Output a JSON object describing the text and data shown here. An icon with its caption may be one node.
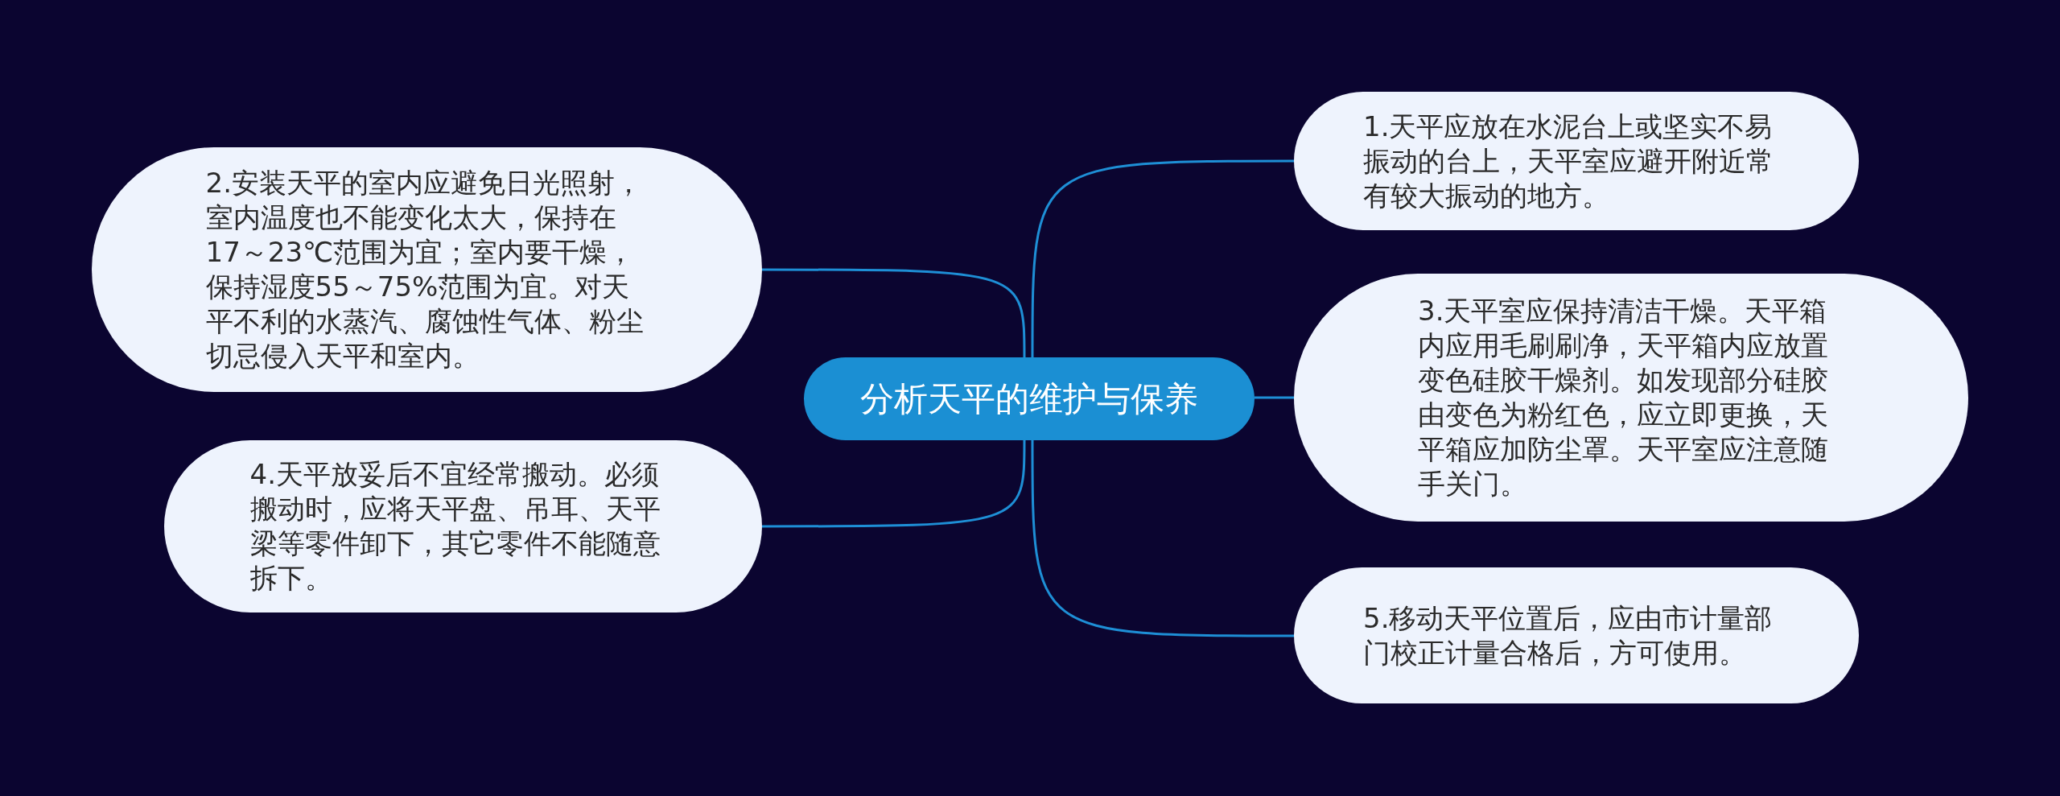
{
  "diagram": {
    "nodes": [
      {
        "text": [
          "分析天平的维护与保养"
        ]
      },
      {
        "text": [
          "1.天平应放在水泥台上或坚实不易振动的台上，天平室应避开附近常有较大振动的地方。"
        ]
      },
      {
        "text": [
          "2.安装天平的室内应避免日光照射，室内温度也不能变化太大，保持在17～23℃范围为宜；室内要干燥，保持湿度55～75%范围为宜。对天平不利的水蒸汽、腐蚀性气体、粉尘切忌侵入天平和室内。"
        ]
      },
      {
        "text": [
          "3.天平室应保持清洁干燥。天平箱内应用毛刷刷净，天平箱内应放置变色硅胶干燥剂。如发现部分硅胶由变色为粉红色，应立即更换，天平箱应加防尘罩。天平室应注意随手关门。"
        ]
      },
      {
        "text": [
          "4.天平放妥后不宜经常搬动。必须搬动时，应将天平盘、吊耳、天平梁等零件卸下，其它零件不能随意拆下。"
        ]
      },
      {
        "text": [
          "5.移动天平位置后，应由市计量部门校正计量合格后，方可使用。"
        ]
      }
    ],
    "edges": [
      {
        "from": 0,
        "to": 1,
        "arrow": "none"
      },
      {
        "from": 0,
        "to": 2,
        "arrow": "none"
      },
      {
        "from": 0,
        "to": 3,
        "arrow": "none"
      },
      {
        "from": 0,
        "to": 4,
        "arrow": "none"
      },
      {
        "from": 0,
        "to": 5,
        "arrow": "none"
      }
    ]
  }
}
